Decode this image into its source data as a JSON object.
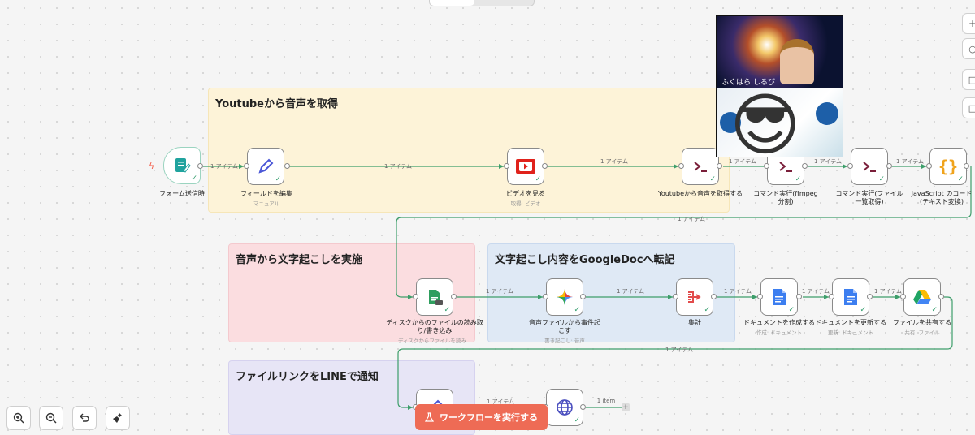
{
  "stickies": {
    "youtube": "Youtubeから音声を取得",
    "transcribe": "音声から文字起こしを実施",
    "gdoc": "文字起こし内容をGoogleDocへ転記",
    "line": "ファイルリンクをLINEで通知"
  },
  "edge_label": "1 アイテム",
  "edge_label_last": "1 item",
  "nodes": {
    "form": {
      "label": "フォーム送信時"
    },
    "edit": {
      "label": "フィールドを編集",
      "sub": "マニュアル"
    },
    "video": {
      "label": "ビデオを見る",
      "sub": "取得: ビデオ"
    },
    "yt_audio": {
      "label": "Youtubeから音声を取得する"
    },
    "ffmpeg": {
      "label": "コマンド実行(ffmpeg分割)"
    },
    "filelist": {
      "label": "コマンド実行(ファイル一覧取得)"
    },
    "js": {
      "label": "JavaScript のコード(テキスト変換)"
    },
    "disk": {
      "label": "ディスクからのファイルの読み取り/書き込み",
      "sub": "ディスクからファイルを読み..."
    },
    "transcribe": {
      "label": "音声ファイルから事件起こす",
      "sub": "書き起こし: 音声"
    },
    "aggregate": {
      "label": "集計"
    },
    "create_doc": {
      "label": "ドキュメントを作成する",
      "sub": "作成: ドキュメント"
    },
    "update_doc": {
      "label": "ドキュメントを更新する",
      "sub": "更新: ドキュメント"
    },
    "share": {
      "label": "ファイルを共有する",
      "sub": "共有: ファイル"
    }
  },
  "video_overlay": {
    "name": "ふくはら しるび",
    "emoji": "😎"
  },
  "run_button": {
    "label": "ワークフローを実行する"
  },
  "icons": {
    "zoom_in": "zoom-in-icon",
    "zoom_out": "zoom-out-icon",
    "undo": "undo-icon",
    "tidy": "broom-icon",
    "flask": "flask-icon"
  },
  "colors": {
    "sticky_yellow": "#fdf3d8",
    "sticky_red": "#fbdde0",
    "sticky_blue": "#dfe9f5",
    "sticky_purple": "#e7e5f6",
    "edge": "#3d9e6a",
    "run_button": "#ee6b55"
  }
}
